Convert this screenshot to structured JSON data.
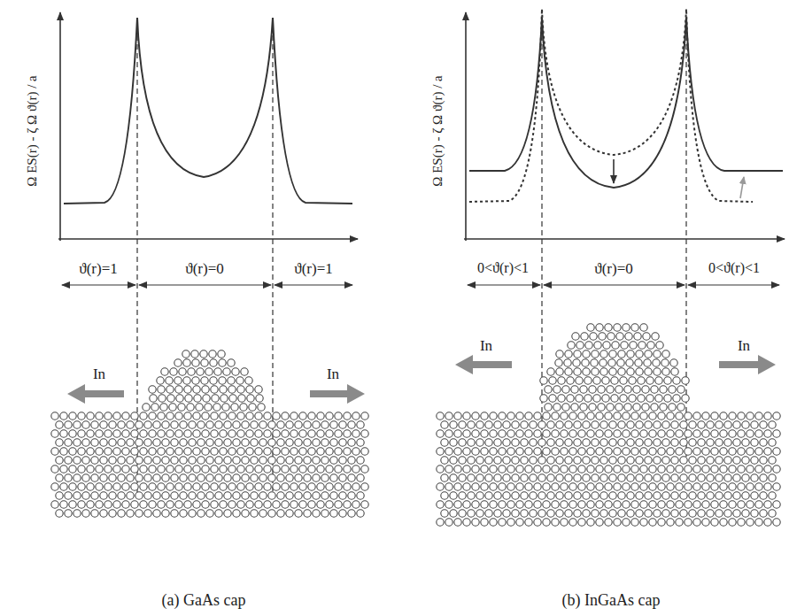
{
  "diagram": {
    "labels": [
      "Ω ES(r) - ζ Ω ϑ(r) / a",
      "ϑ(r)=1",
      "ϑ(r)=0",
      "ϑ(r)=1",
      "In",
      "In",
      "(a) GaAs cap",
      "Ω ES(r) - ζ Ω ϑ(r) / a",
      "0<ϑ(r)<1",
      "ϑ(r)=0",
      "0<ϑ(r)<1",
      "In",
      "In",
      "(b) InGaAs cap"
    ]
  }
}
